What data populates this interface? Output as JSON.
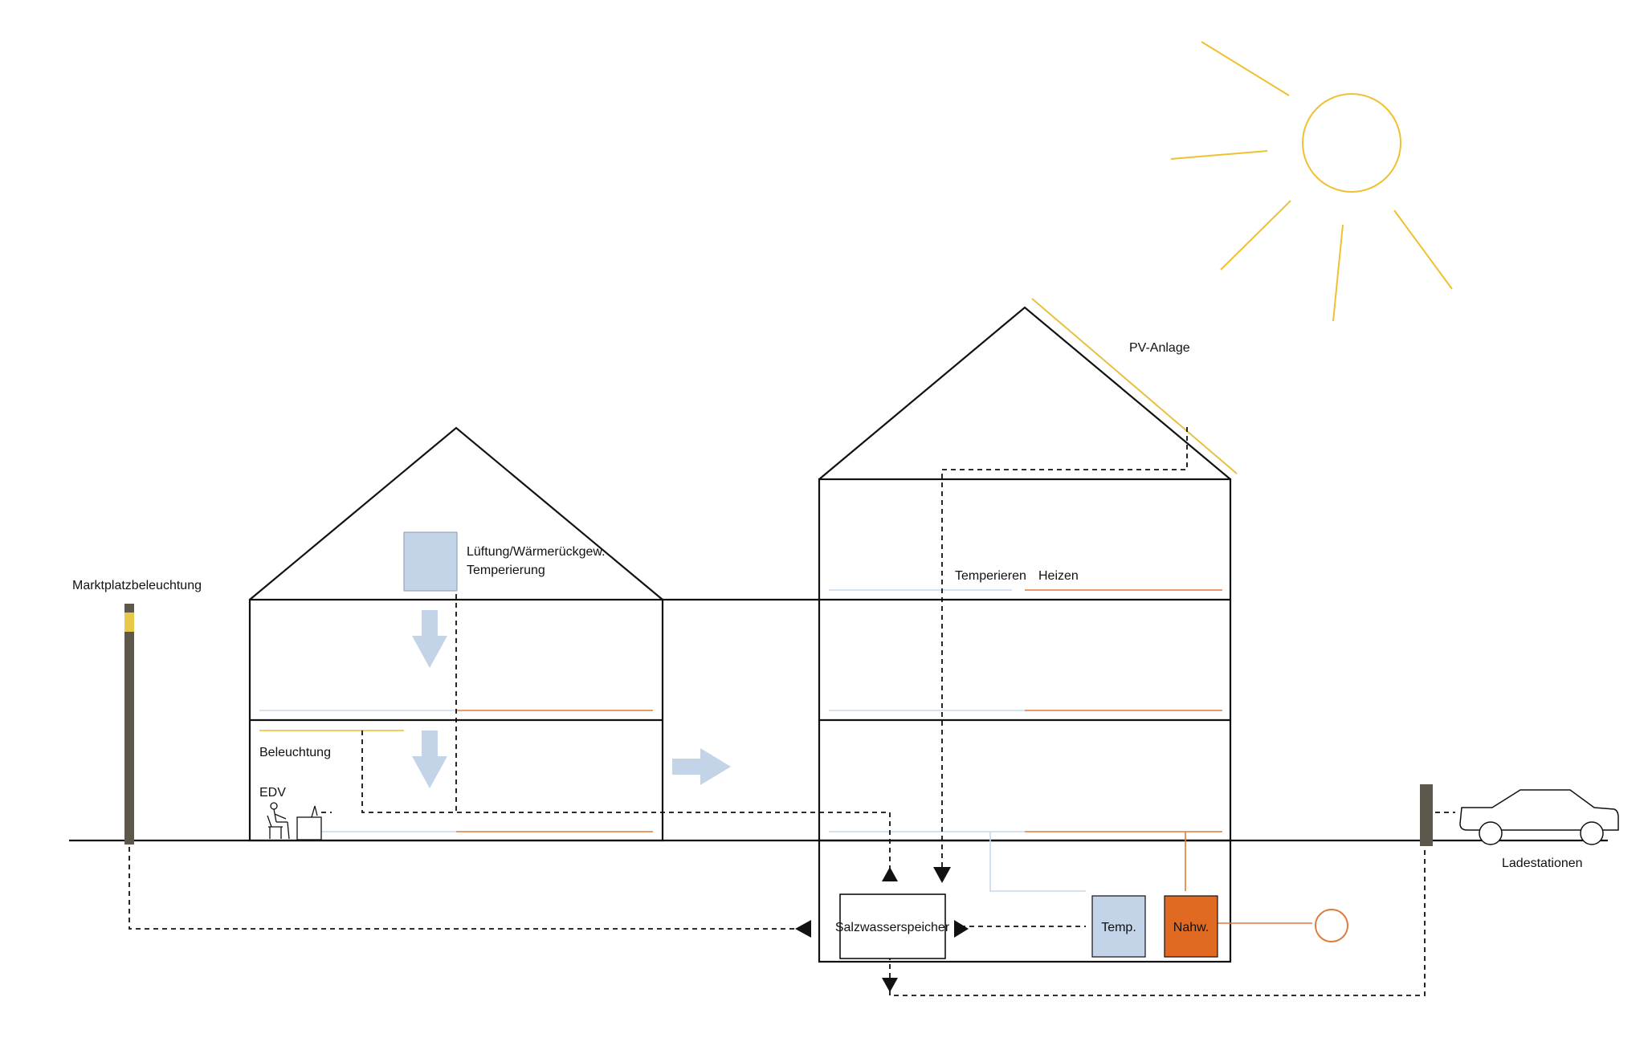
{
  "labels": {
    "pv": "PV-Anlage",
    "lueftung_line1": "Lüftung/Wärmerückgew.",
    "lueftung_line2": "Temperierung",
    "temperieren": "Temperieren",
    "heizen": "Heizen",
    "marktplatz": "Marktplatzbeleuchtung",
    "beleuchtung": "Beleuchtung",
    "edv": "EDV",
    "salzwasser": "Salzwasserspeicher",
    "temp": "Temp.",
    "nahw": "Nahw.",
    "ladestationen": "Ladestationen"
  },
  "icons": {
    "sun": "sun-icon",
    "person": "person-at-desk-icon",
    "car": "car-icon",
    "arrow": "flow-arrow-icon",
    "lamp": "street-lamp-icon",
    "charger": "charging-post-icon",
    "connection": "grid-connection-icon"
  },
  "colors": {
    "line": "#111111",
    "sun": "#f0c030",
    "pv": "#e8c040",
    "lighting": "#e8c84a",
    "cool_pipe": "#c8d8ea",
    "heat_pipe": "#e07a3a",
    "box_blue": "#c3d3e8",
    "box_orange": "#e06a22",
    "arrow_blue": "#c3d3e8",
    "pole": "#5e584c"
  }
}
